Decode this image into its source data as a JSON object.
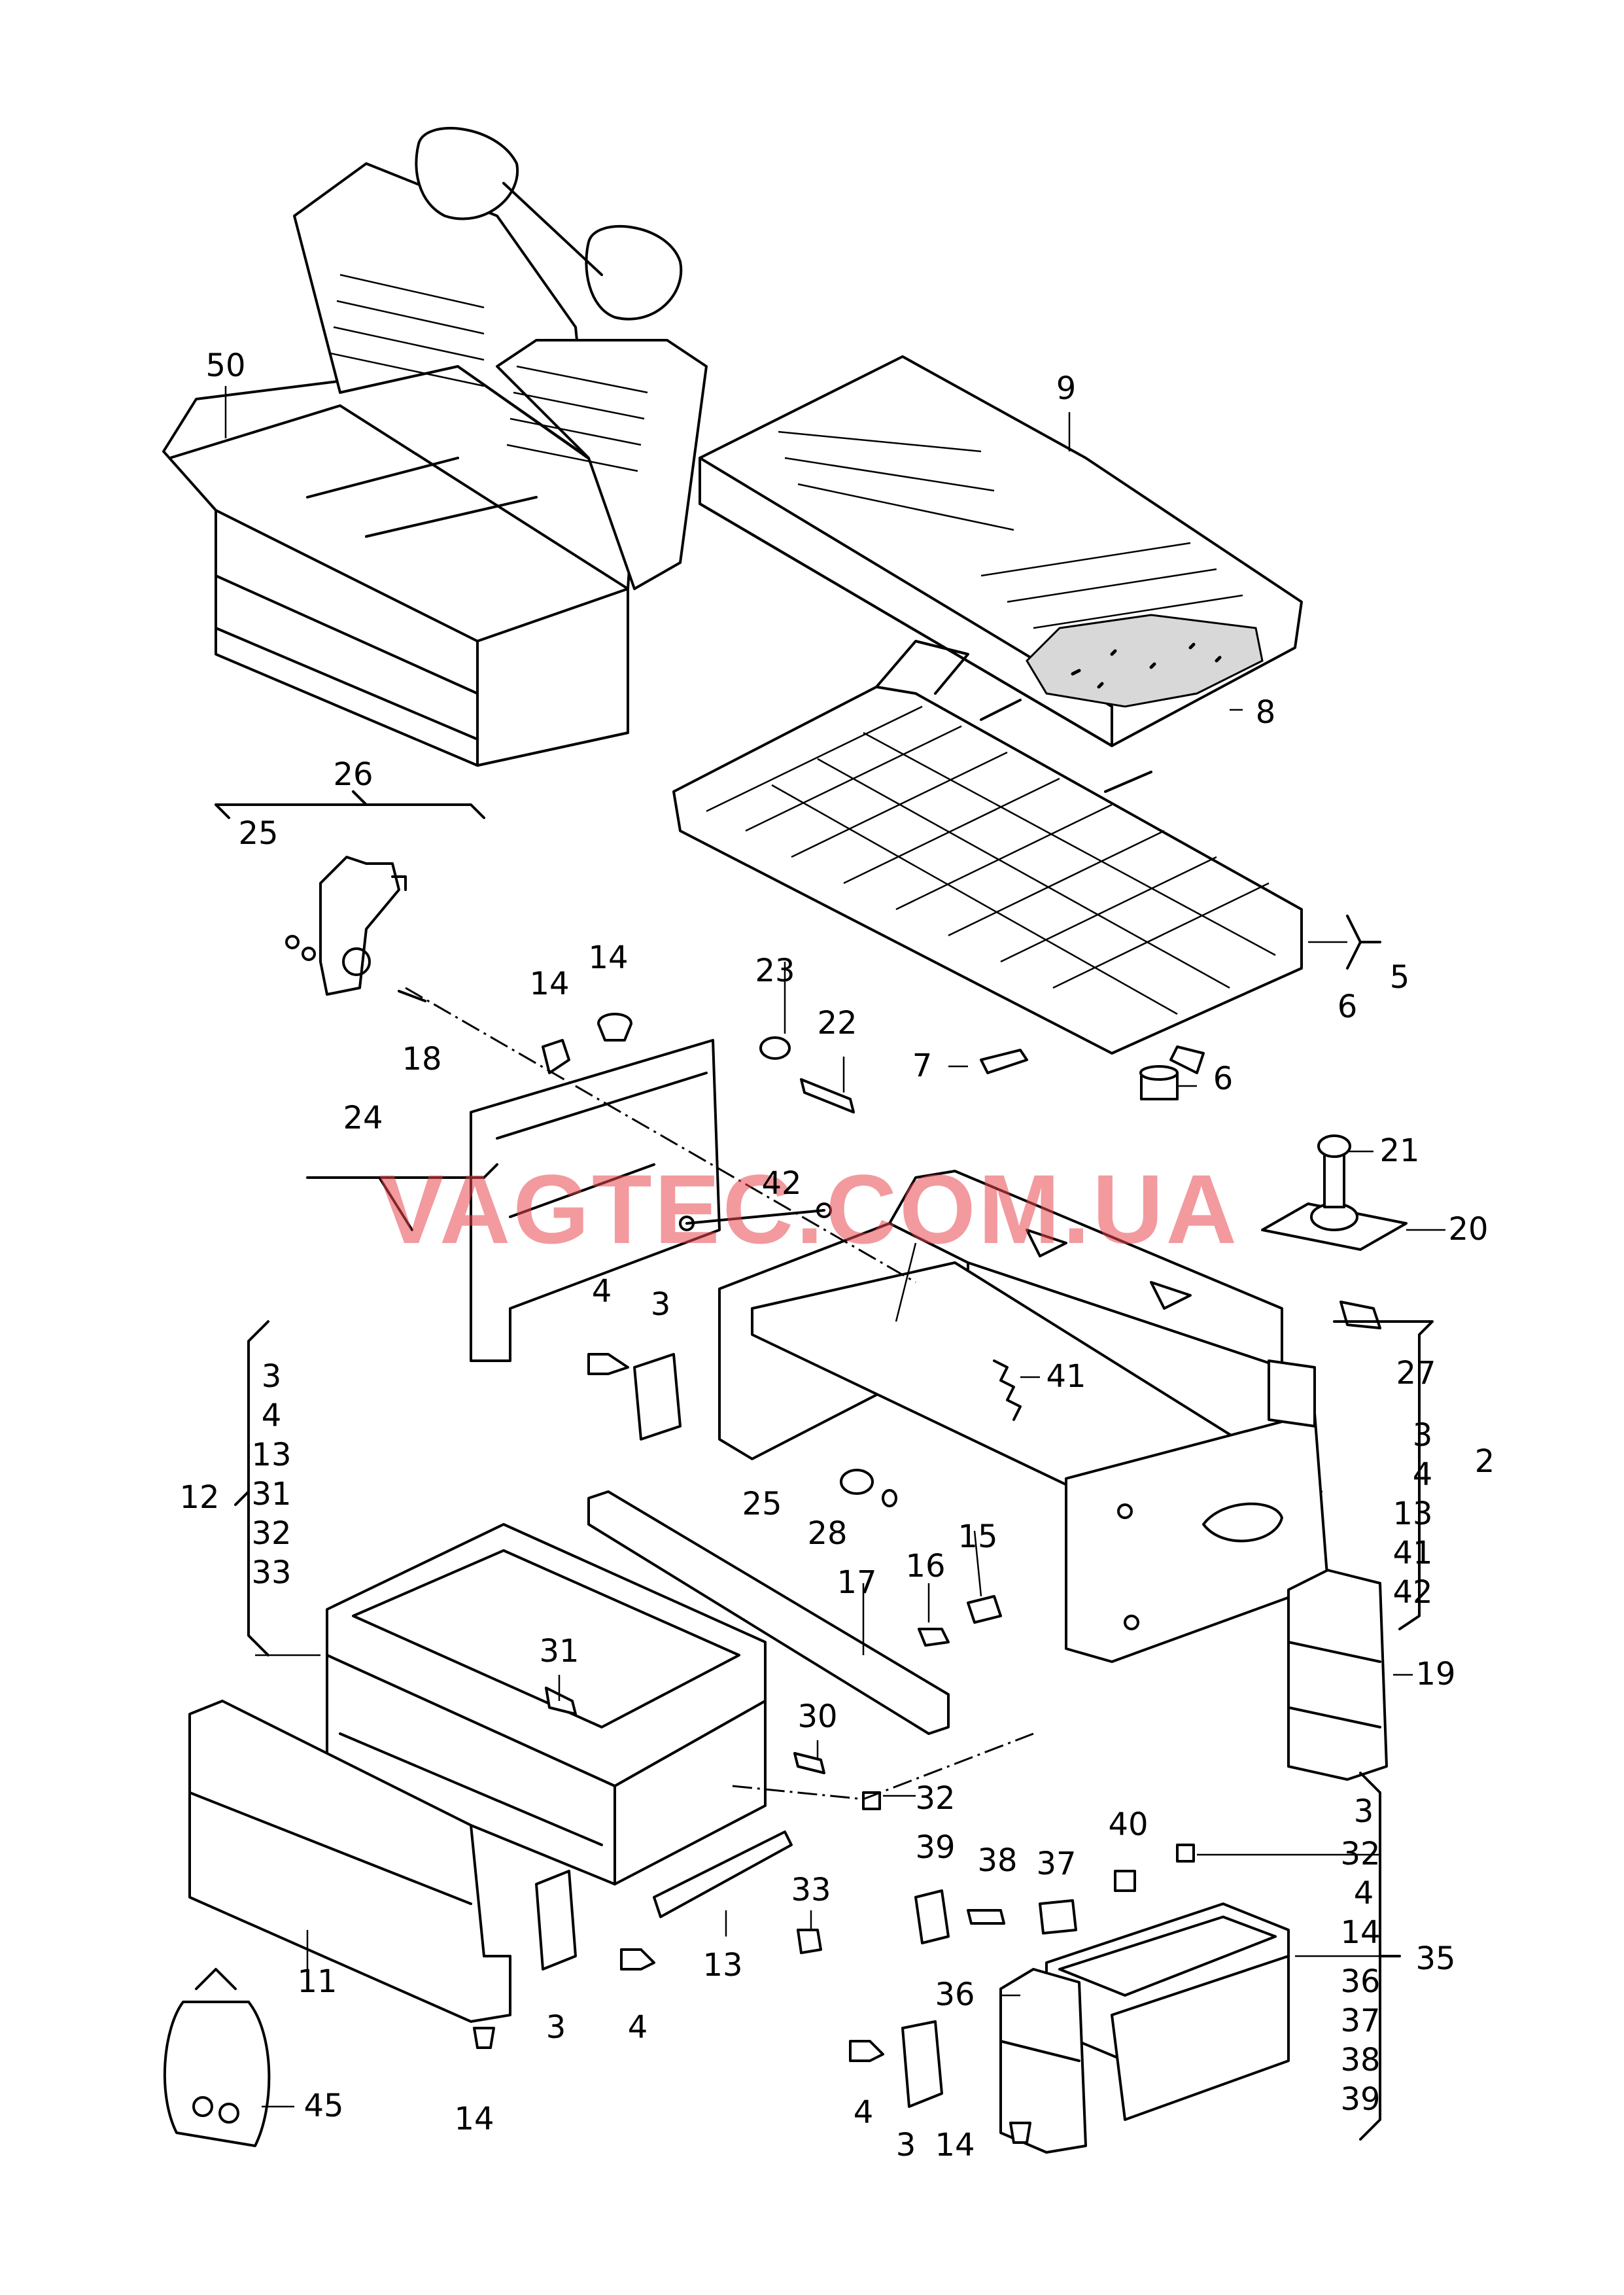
{
  "watermark": "VAGTEC.COM.UA",
  "labels": {
    "p50": "50",
    "p9": "9",
    "p8": "8",
    "p26": "26",
    "p25a": "25",
    "p14a": "14",
    "p14b": "14",
    "p23": "23",
    "p22": "22",
    "p7": "7",
    "p6a": "6",
    "p6b": "6",
    "p5": "5",
    "p18": "18",
    "p24": "24",
    "p42": "42",
    "p21": "21",
    "p20": "20",
    "p4a": "4",
    "p3a": "3",
    "p27": "27",
    "p41": "41",
    "p25b": "25",
    "p28": "28",
    "p15": "15",
    "p16": "16",
    "p17": "17",
    "p19": "19",
    "p31": "31",
    "p30": "30",
    "p32a": "32",
    "p33": "33",
    "p13": "13",
    "p39": "39",
    "p38": "38",
    "p37": "37",
    "p40": "40",
    "p36": "36",
    "p11": "11",
    "p3b": "3",
    "p4b": "4",
    "p14c": "14",
    "p45": "45",
    "p4c": "4",
    "p3c": "3",
    "p14d": "14",
    "p12": "12",
    "p2": "2",
    "p35": "35"
  },
  "group12": [
    "3",
    "4",
    "13",
    "31",
    "32",
    "33"
  ],
  "group2": [
    "3",
    "4",
    "13",
    "41",
    "42"
  ],
  "group35": [
    "3",
    "32",
    "4",
    "14",
    "36",
    "37",
    "38",
    "39"
  ]
}
